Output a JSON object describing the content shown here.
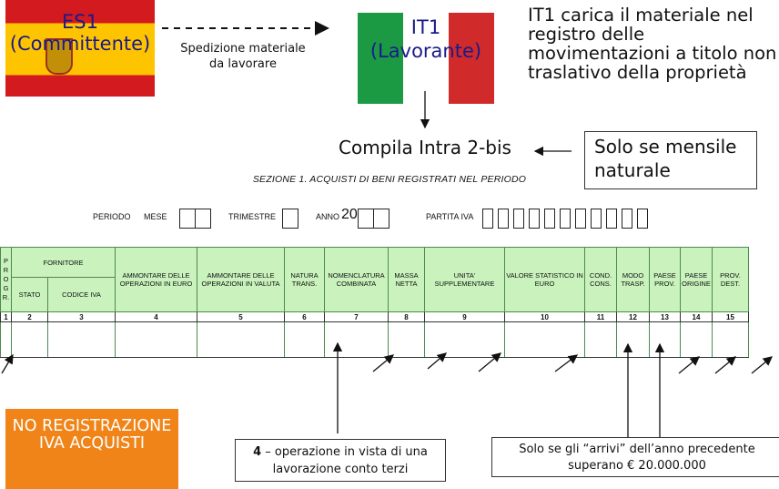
{
  "es1": {
    "code": "ES1",
    "role": "(Committente)"
  },
  "it1": {
    "code": "IT1",
    "role": "(Lavorante)"
  },
  "shipping_label": "Spedizione materiale da lavorare",
  "description": "IT1 carica il materiale nel registro delle movimentazioni a titolo non traslativo della proprietà",
  "compila": "Compila Intra 2-bis",
  "solo_mensile": "Solo se mensile naturale",
  "sezione": "SEZIONE 1. ACQUISTI DI BENI REGISTRATI NEL PERIODO",
  "period_row": {
    "periodo": "PERIODO",
    "mese": "MESE",
    "trimestre": "TRIMESTRE",
    "anno": "ANNO",
    "anno_value": "20",
    "partita_iva": "PARTITA IVA"
  },
  "table": {
    "progr": "P R O G R.",
    "fornitore": "FORNITORE",
    "stato": "STATO",
    "codice_iva": "CODICE IVA",
    "columns": [
      "AMMONTARE DELLE OPERAZIONI IN EURO",
      "AMMONTARE DELLE OPERAZIONI IN VALUTA",
      "NATURA TRANS.",
      "NOMENCLATURA COMBINATA",
      "MASSA NETTA",
      "UNITA' SUPPLEMENTARE",
      "VALORE STATISTICO IN EURO",
      "COND. CONS.",
      "MODO TRASP.",
      "PAESE PROV.",
      "PAESE ORIGINE",
      "PROV. DEST."
    ],
    "numbers": [
      "1",
      "2",
      "3",
      "4",
      "5",
      "6",
      "7",
      "8",
      "9",
      "10",
      "11",
      "12",
      "13",
      "14",
      "15"
    ]
  },
  "no_registrazione": "NO REGISTRAZIONE IVA ACQUISTI",
  "callout_4": {
    "num": "4",
    "text": " – operazione in vista di una lavorazione conto terzi"
  },
  "callout_arrivi": "Solo se gli “arrivi” dell’anno precedente superano € 20.000.000"
}
